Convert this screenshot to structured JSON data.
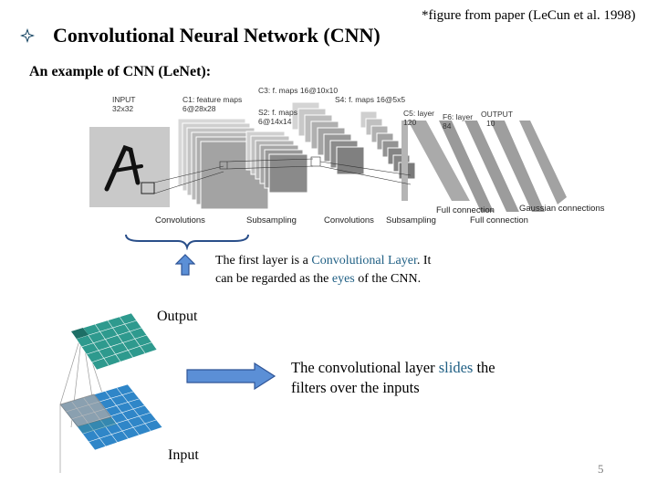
{
  "title": "Convolutional Neural Network (CNN)",
  "citation": "*figure from paper (LeCun et al. 1998)",
  "subtitle": "An example of CNN (LeNet):",
  "figure": {
    "input_label": "INPUT",
    "input_dims": "32x32",
    "c1": "C1: feature maps",
    "c1_dims": "6@28x28",
    "s2": "S2: f. maps",
    "s2_dims": "6@14x14",
    "c3": "C3: f. maps 16@10x10",
    "s4": "S4: f. maps 16@5x5",
    "c5": "C5: layer",
    "c5_dims": "120",
    "f6": "F6: layer",
    "f6_dims": "84",
    "output": "OUTPUT",
    "output_dims": "10",
    "op_convolutions_1": "Convolutions",
    "op_subsampling_1": "Subsampling",
    "op_convolutions_2": "Convolutions",
    "op_subsampling_2": "Subsampling",
    "op_full_connection_1": "Full connection",
    "op_full_connection_2": "Full connection",
    "op_gaussian": "Gaussian connections"
  },
  "callout": {
    "part1": "The first layer is a ",
    "highlight1": "Convolutional Layer",
    "part2": ". It",
    "part3": "can be regarded as the ",
    "highlight2": "eyes",
    "part4": " of the CNN."
  },
  "output_label": "Output",
  "input_label": "Input",
  "slides_text": {
    "part1": "The convolutional layer ",
    "highlight": "slides",
    "part2": " the",
    "line2": "filters over the inputs"
  },
  "page_number": "5",
  "colors": {
    "highlight": "#1f5f84",
    "output_grid": "#2e9a8e",
    "input_grid": "#2f86c8",
    "arrow": "#5b8fd6",
    "page_number": "#7f7f7f"
  }
}
